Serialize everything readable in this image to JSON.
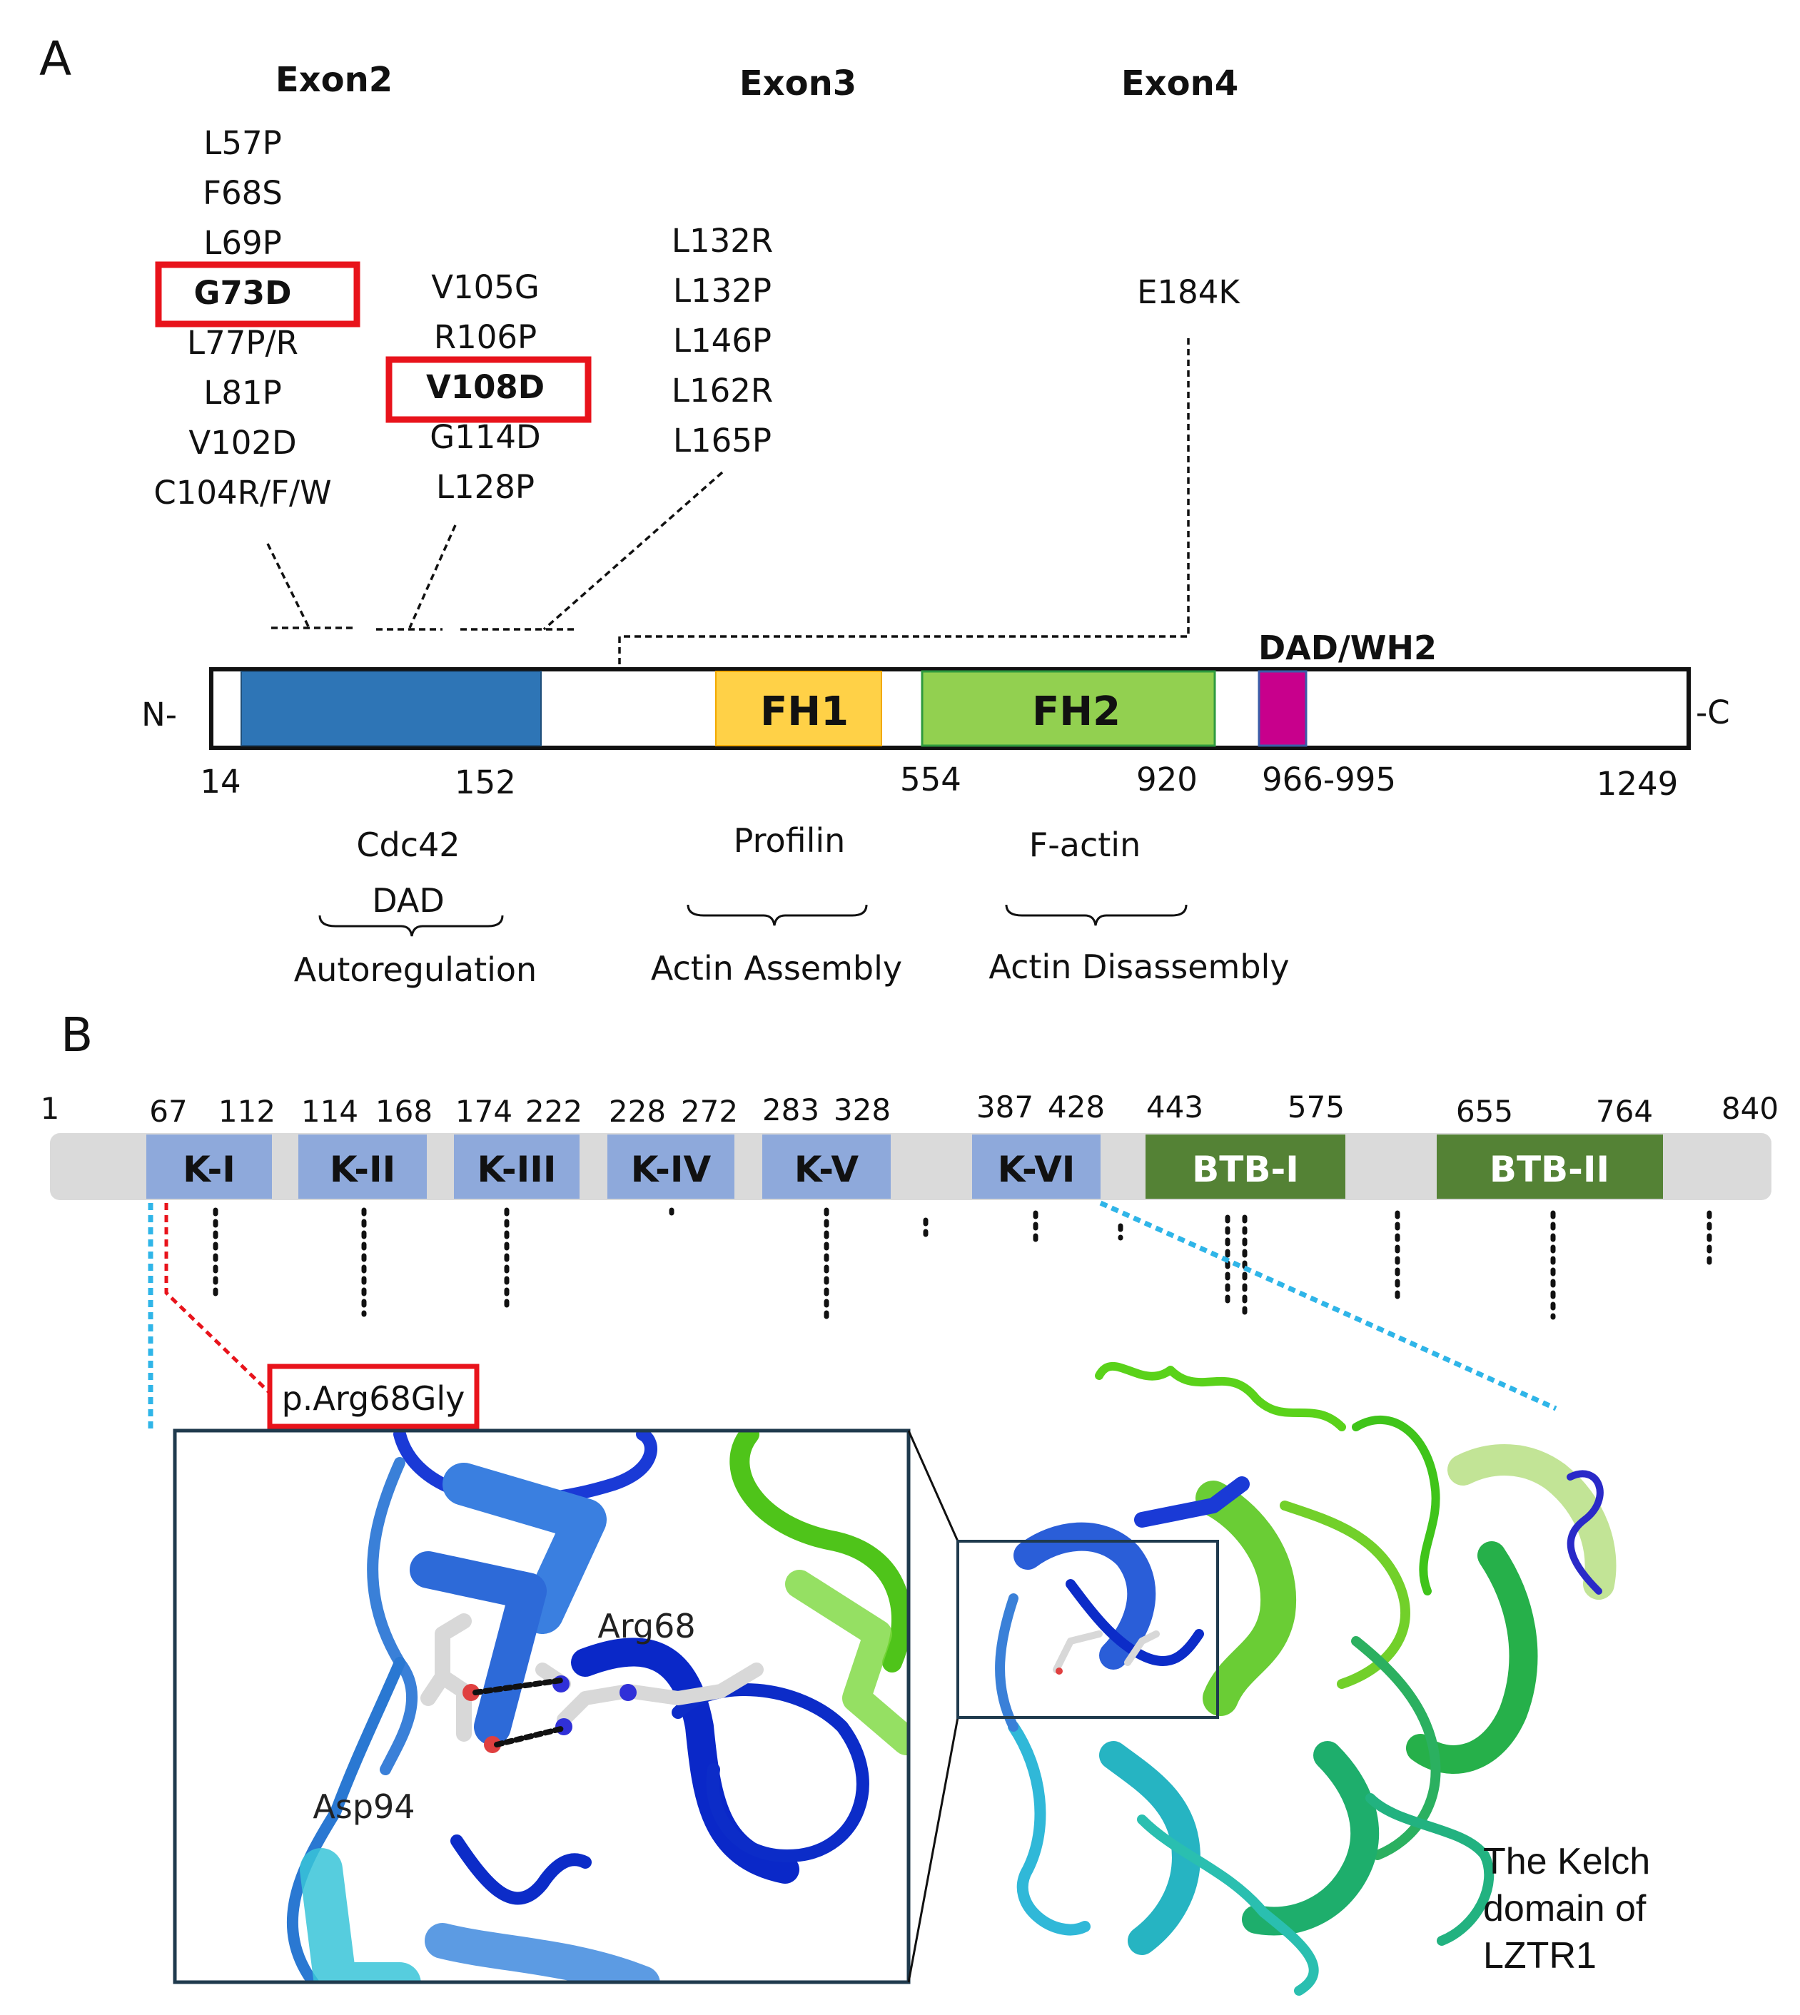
{
  "panel_a": {
    "letter": "A",
    "exons": [
      "Exon2",
      "Exon3",
      "Exon4"
    ],
    "exon2_mutations": [
      "L57P",
      "F68S",
      "L69P",
      "G73D",
      "L77P/R",
      "L81P",
      "V102D",
      "C104R/F/W"
    ],
    "exon2b_mutations": [
      "V105G",
      "R106P",
      "V108D",
      "G114D",
      "L128P"
    ],
    "exon3_mutations": [
      "L132R",
      "L132P",
      "L146P",
      "L162R",
      "L165P"
    ],
    "exon4_mutations": [
      "E184K"
    ],
    "highlighted_mutations": [
      "G73D",
      "V108D"
    ],
    "n_terminus": "N-",
    "c_terminus": "-C",
    "domain_fh1": "FH1",
    "domain_fh2": "FH2",
    "domain_dad": "DAD/WH2",
    "positions": [
      "14",
      "152",
      "554",
      "920",
      "966-995",
      "1249"
    ],
    "labels": {
      "cdc42": "Cdc42",
      "dad": "DAD",
      "autoregulation": "Autoregulation",
      "profilin": "Profilin",
      "actin_assembly": "Actin Assembly",
      "factin": "F-actin",
      "actin_disassembly": "Actin Disassembly"
    },
    "colors": {
      "n_domain": "#2E75B6",
      "fh1": "#FFD147",
      "fh2": "#92D050",
      "dad": "#C8008C",
      "highlight_box": "#E8131B"
    }
  },
  "panel_b": {
    "letter": "B",
    "start": "1",
    "end": "840",
    "kelch_domains": [
      {
        "label": "K-I",
        "start": "67",
        "end": "112"
      },
      {
        "label": "K-II",
        "start": "114",
        "end": "168"
      },
      {
        "label": "K-III",
        "start": "174",
        "end": "222"
      },
      {
        "label": "K-IV",
        "start": "228",
        "end": "272"
      },
      {
        "label": "K-V",
        "start": "283",
        "end": "328"
      },
      {
        "label": "K-VI",
        "start": "387",
        "end": "428"
      }
    ],
    "btb_domains": [
      {
        "label": "BTB-I",
        "start": "443",
        "end": "575"
      },
      {
        "label": "BTB-II",
        "start": "655",
        "end": "764"
      }
    ],
    "variant_label": "p.Arg68Gly",
    "residue_arg": "Arg68",
    "residue_asp": "Asp94",
    "structure_caption": [
      "The Kelch",
      "domain of",
      "LZTR1"
    ],
    "colors": {
      "bar": "#DADADA",
      "kelch": "#8EA9DB",
      "btb": "#548235",
      "callout_cyan": "#2FB5E8",
      "callout_red": "#E8131B"
    }
  }
}
